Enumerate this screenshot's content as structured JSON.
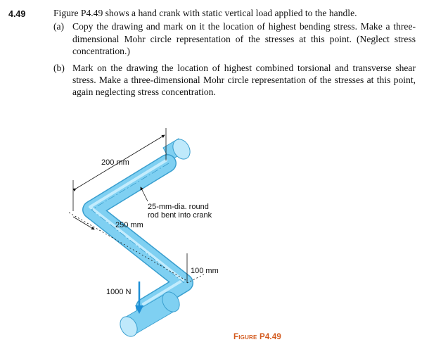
{
  "problem": {
    "number": "4.49",
    "intro": "Figure P4.49 shows a hand crank with static vertical load applied to the handle.",
    "parts": [
      {
        "label": "(a)",
        "text": "Copy the drawing and mark on it the location of highest bending stress. Make a three-dimensional Mohr circle representation of the stresses at this point. (Neglect stress concentration.)"
      },
      {
        "label": "(b)",
        "text": "Mark on the drawing the location of highest combined torsional and transverse shear stress. Make a three-dimensional Mohr circle representation of the stresses at this point, again neglecting stress concentration."
      }
    ]
  },
  "figure": {
    "dim_200": "200 mm",
    "dim_250": "250 mm",
    "dim_100": "100 mm",
    "rod_note_line1": "25-mm-dia. round",
    "rod_note_line2": "rod bent into crank",
    "load": "1000 N",
    "caption": "Figure P4.49",
    "colors": {
      "rod": "#7fd0f2",
      "rod_edge": "#3a9fcf",
      "load_arrow": "#1e8fd6",
      "caption": "#d35a1e"
    }
  }
}
